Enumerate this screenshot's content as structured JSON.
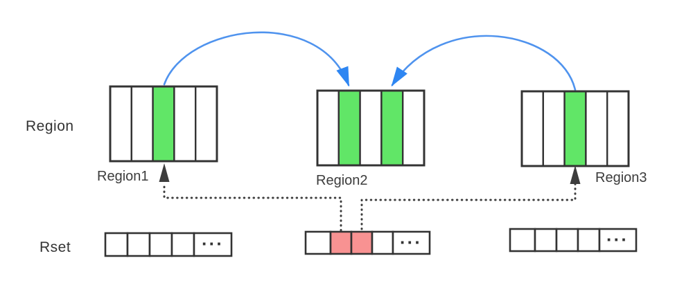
{
  "labels": {
    "region_row": "Region",
    "rset_row": "Rset",
    "region1": "Region1",
    "region2": "Region2",
    "region3": "Region3"
  },
  "colors": {
    "background": "#ffffff",
    "border": "#333333",
    "cell_bg": "#ffffff",
    "green": "#61e667",
    "pink": "#f89292",
    "blue": "#4f93ee",
    "blue_head": "#2e86f2",
    "dark": "#3d3d3d",
    "text": "#333333"
  },
  "regions": [
    {
      "label": "Region1",
      "cell_count": 5,
      "green_cells": [
        3
      ]
    },
    {
      "label": "Region2",
      "cell_count": 5,
      "green_cells": [
        2,
        4
      ]
    },
    {
      "label": "Region3",
      "cell_count": 5,
      "green_cells": [
        3
      ]
    }
  ],
  "rsets": [
    {
      "cell_count": 5,
      "pink_cells": [],
      "ellipsis": "···"
    },
    {
      "cell_count": 5,
      "pink_cells": [
        2,
        3
      ],
      "ellipsis": "···"
    },
    {
      "cell_count": 5,
      "pink_cells": [],
      "ellipsis": "···"
    }
  ],
  "arrows": {
    "blue_curved": [
      {
        "from": "region1-green-cell",
        "to": "region2-green-cell-2"
      },
      {
        "from": "region3-green-cell",
        "to": "region2-green-cell-4"
      }
    ],
    "dotted": [
      {
        "from": "rset2-pink-cell-2",
        "to": "region1-green-cell"
      },
      {
        "from": "rset2-pink-cell-3",
        "to": "region3-green-cell"
      }
    ]
  }
}
